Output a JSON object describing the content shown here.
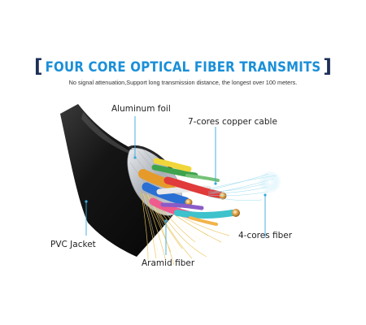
{
  "header": {
    "title": "FOUR CORE OPTICAL FIBER TRANSMITS",
    "subtitle": "No signal attenuation,Support long transmission distance, the longest over 100 meters."
  },
  "labels": {
    "aluminum_foil": "Aluminum foil",
    "copper_cable": "7-cores copper cable",
    "fiber": "4-cores fiber",
    "pvc_jacket": "PVC Jacket",
    "aramid_fiber": "Aramid fiber"
  },
  "colors": {
    "title_blue": "#1a8fd8",
    "bracket_navy": "#1d2f57",
    "pointer_blue": "#38a9dd",
    "jacket_black": "#151515",
    "foil_silver": "#c7ccd2",
    "aramid_gold": "#e9c45a",
    "fiber_cyan": "#8fd8ef"
  },
  "wire_colors": [
    "#e69a2a",
    "#2a6fd4",
    "#ef5b8d",
    "#3fa34d",
    "#f0d63a",
    "#8a5cc7",
    "#e9e9e9"
  ]
}
